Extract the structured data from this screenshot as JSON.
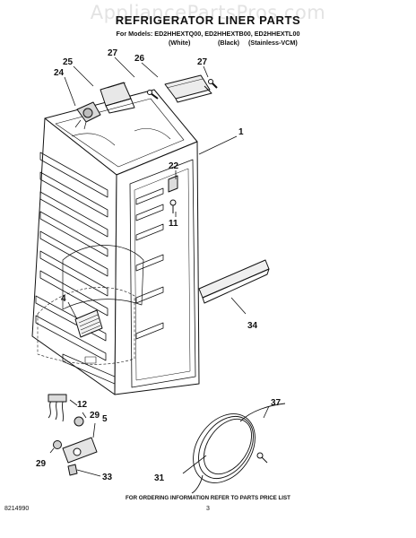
{
  "watermark": "AppliancePartsPros.com",
  "header": {
    "title": "REFRIGERATOR LINER PARTS",
    "models": "For Models: ED2HHEXTQ00, ED2HHEXTB00, ED2HHEXTL00",
    "variants": [
      "(White)",
      "(Black)",
      "(Stainless-VCM)"
    ]
  },
  "callouts": [
    "25",
    "27",
    "26",
    "27",
    "24",
    "1",
    "22",
    "11",
    "4",
    "34",
    "12",
    "29",
    "5",
    "29",
    "33",
    "37",
    "31"
  ],
  "footer": {
    "note": "FOR ORDERING INFORMATION REFER TO PARTS PRICE LIST",
    "doc_number": "8214990",
    "page_number": "3"
  }
}
